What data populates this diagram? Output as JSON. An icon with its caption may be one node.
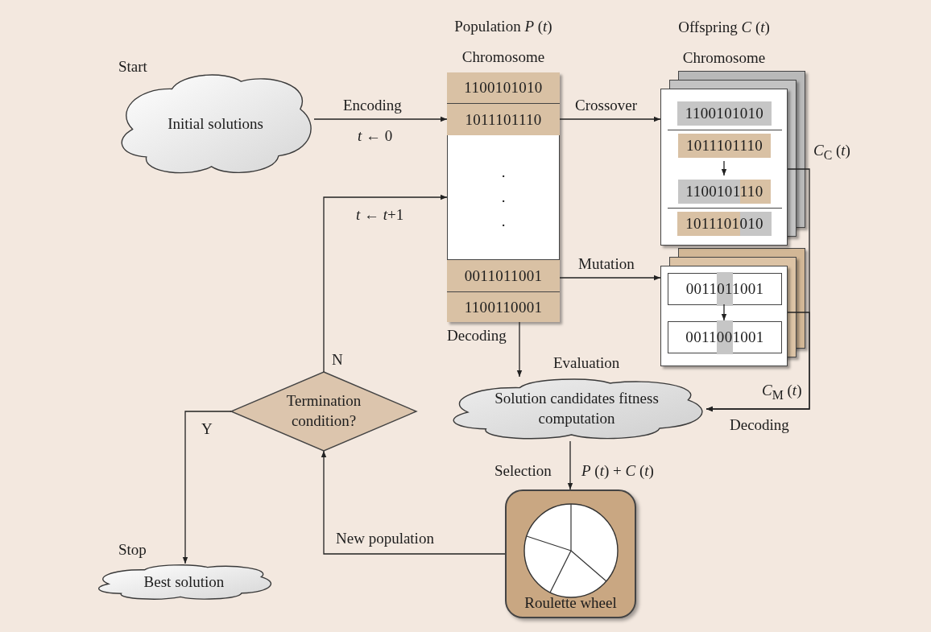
{
  "diagram": {
    "nodes": [
      {
        "text": [
          "Initial solutions"
        ],
        "beside": [
          "Start"
        ]
      },
      {
        "text": [
          "Population *P* (*t*)",
          "Chromosome"
        ]
      },
      {
        "text": [
          "1100101010"
        ],
        "in": 1
      },
      {
        "text": [
          "1011101110"
        ],
        "in": 1
      },
      {
        "text": [
          ".",
          ".",
          "."
        ],
        "in": 1
      },
      {
        "text": [
          "0011011001"
        ],
        "in": 1
      },
      {
        "text": [
          "1100110001"
        ],
        "in": 1
      },
      {
        "text": [
          "Offspring *C* (*t*)",
          "Chromosome"
        ]
      },
      {
        "text": [],
        "shape": "box",
        "in": 7
      },
      {
        "text": [
          "1100101010"
        ],
        "in": 8
      },
      {
        "text": [
          "1011101110"
        ],
        "in": 8
      },
      {
        "text": [],
        "shape": "box",
        "in": 7
      },
      {
        "text": [
          "1100101110"
        ],
        "in": 11
      },
      {
        "text": [
          "1011101010"
        ],
        "in": 11
      },
      {
        "text": [],
        "shape": "box"
      },
      {
        "text": [
          "0011011001"
        ],
        "in": 14
      },
      {
        "text": [
          "0011001001"
        ],
        "in": 14
      },
      {
        "text": [
          "Solution candidates fitness computation"
        ],
        "beside": [
          "Evaluation"
        ]
      },
      {
        "text": [
          "Roulette wheel"
        ]
      },
      {
        "text": [
          "Termination condition?"
        ]
      },
      {
        "text": [
          "Best solution"
        ],
        "beside": [
          "Stop"
        ]
      }
    ],
    "edges": [
      {
        "from": 0,
        "to": 3,
        "arrow": "to",
        "label": "Encoding"
      },
      {
        "from": 3,
        "to": 7,
        "arrow": "to",
        "label": "Crossover"
      },
      {
        "from": 5,
        "to": 14,
        "arrow": "to",
        "label": "Mutation"
      },
      {
        "from": 1,
        "to": 17,
        "arrow": "to",
        "label": "Decoding"
      },
      {
        "from": 7,
        "to": 17,
        "arrow": "to",
        "label": "*C*$_{C}$ (*t*)"
      },
      {
        "from": 14,
        "to": 17,
        "arrow": "to",
        "label": "*C*$_{M}$ (*t*)"
      },
      {
        "from": 17,
        "to": 18,
        "arrow": "to",
        "label": "*P* (*t*) + *C* (*t*)"
      },
      {
        "from": 18,
        "to": 19,
        "arrow": "to",
        "label": "New population"
      },
      {
        "from": 19,
        "to": 4,
        "arrow": "to",
        "label": "N"
      },
      {
        "from": 19,
        "to": 20,
        "arrow": "to",
        "label": "Y"
      },
      {
        "from": 8,
        "to": 11,
        "arrow": "to"
      },
      {
        "from": 15,
        "to": 16,
        "arrow": "to"
      }
    ],
    "labels": [
      "*t* ← 0",
      "*t* ← *t*+1",
      "Decoding",
      "Selection"
    ]
  }
}
